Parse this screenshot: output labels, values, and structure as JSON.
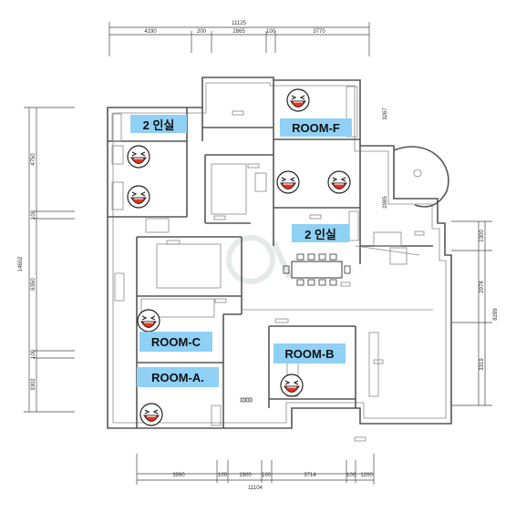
{
  "dimensions": {
    "top_total": "11125",
    "top": [
      "4190",
      "200",
      "2865",
      "100",
      "3770"
    ],
    "bottom_total": "11104",
    "bottom": [
      "3990",
      "100",
      "1900",
      "100",
      "3714",
      "100",
      "1200"
    ],
    "left_total": "14602",
    "left": [
      "4750",
      "100",
      "6350",
      "100",
      "3302"
    ],
    "right": [
      "1300",
      "2978",
      "3319"
    ],
    "right_total": "8289",
    "right_top": "3267",
    "right_mid": "2985",
    "corridor": "1900"
  },
  "rooms": {
    "two_person_left": "2 인실",
    "room_f": "ROOM-F",
    "two_person_center": "2 인실",
    "room_c": "ROOM-C",
    "room_b": "ROOM-B",
    "room_a": "ROOM-A."
  },
  "icons": {
    "face": "laughing-face-icon",
    "watermark": "logo-watermark"
  },
  "colors": {
    "label_bg": "#8fd0f5",
    "wall": "#555555",
    "face_fill": "#ffffff",
    "face_mouth": "#e8321e",
    "face_stroke": "#222222"
  }
}
